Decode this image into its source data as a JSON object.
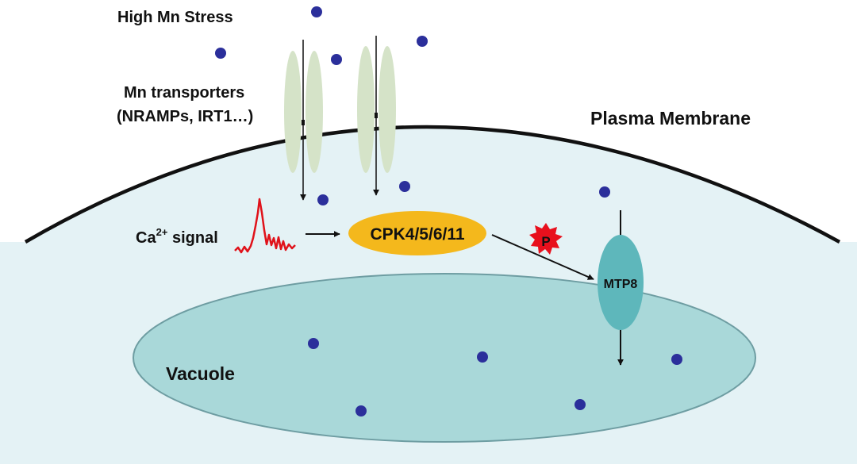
{
  "labels": {
    "stress": "High Mn Stress",
    "transporters_line1": "Mn transporters",
    "transporters_line2": "(NRAMPs, IRT1…)",
    "membrane": "Plasma Membrane",
    "ca_signal_prefix": "Ca",
    "ca_signal_sup": "2+",
    "ca_signal_suffix": " signal",
    "kinase": "CPK4/5/6/11",
    "phospho": "P",
    "mtp8": "MTP8",
    "vacuole": "Vacuole"
  },
  "colors": {
    "cytoplasm": "#e4f2f5",
    "vacuole_fill": "#a9d8d9",
    "vacuole_stroke": "#6e9da2",
    "transporter": "#d5e3c8",
    "kinase": "#f4b81c",
    "mtp8": "#5eb7bb",
    "mn_ion": "#2b2f9b",
    "ca_wave": "#e0121a",
    "phospho_star": "#e8101d"
  },
  "icons": {
    "mn_ion": "dot",
    "phospho": "starburst",
    "ca_signal": "waveform"
  }
}
